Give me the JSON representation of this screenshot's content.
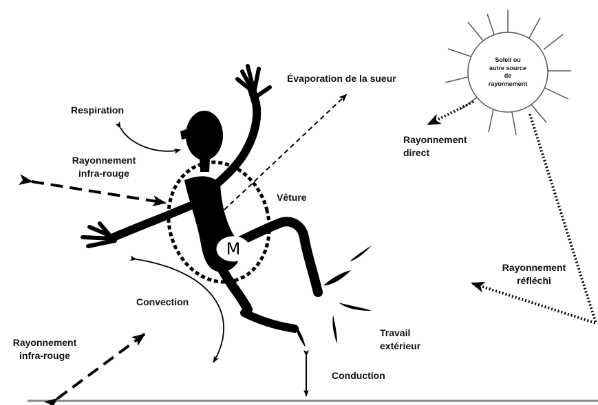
{
  "labels": {
    "evaporation": "Évaporation de la sueur",
    "respiration": "Respiration",
    "infrared_top_l1": "Rayonnement",
    "infrared_top_l2": "infra-rouge",
    "vêture": "Vêture",
    "direct_l1": "Rayonnement",
    "direct_l2": "direct",
    "reflected_l1": "Rayonnement",
    "reflected_l2": "réfléchi",
    "convection": "Convection",
    "infrared_bottom_l1": "Rayonnement",
    "infrared_bottom_l2": "infra-rouge",
    "work_l1": "Travail",
    "work_l2": "extérieur",
    "conduction": "Conduction",
    "metabolism": "M"
  },
  "sun": {
    "lines": [
      "Soleil ou",
      "autre source",
      "de",
      "rayonnement"
    ]
  }
}
